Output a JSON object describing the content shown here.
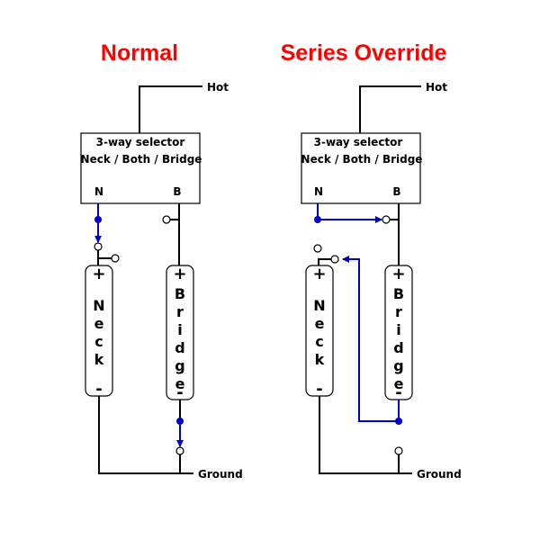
{
  "colors": {
    "title": "#ff0000",
    "wire": "#000000",
    "signal": "#0000cc"
  },
  "normal": {
    "title": "Normal",
    "hot": "Hot",
    "ground": "Ground",
    "selector": {
      "line1": "3-way selector",
      "line2": "Neck / Both / Bridge",
      "n": "N",
      "b": "B"
    },
    "neck": {
      "plus": "+",
      "minus": "-",
      "letters": [
        "N",
        "e",
        "c",
        "k"
      ]
    },
    "bridge": {
      "plus": "+",
      "minus": "-",
      "letters": [
        "B",
        "r",
        "i",
        "d",
        "g",
        "e"
      ]
    }
  },
  "series": {
    "title": "Series Override",
    "hot": "Hot",
    "ground": "Ground",
    "selector": {
      "line1": "3-way selector",
      "line2": "Neck / Both / Bridge",
      "n": "N",
      "b": "B"
    },
    "neck": {
      "plus": "+",
      "minus": "-",
      "letters": [
        "N",
        "e",
        "c",
        "k"
      ]
    },
    "bridge": {
      "plus": "+",
      "minus": "-",
      "letters": [
        "B",
        "r",
        "i",
        "d",
        "g",
        "e"
      ]
    }
  }
}
